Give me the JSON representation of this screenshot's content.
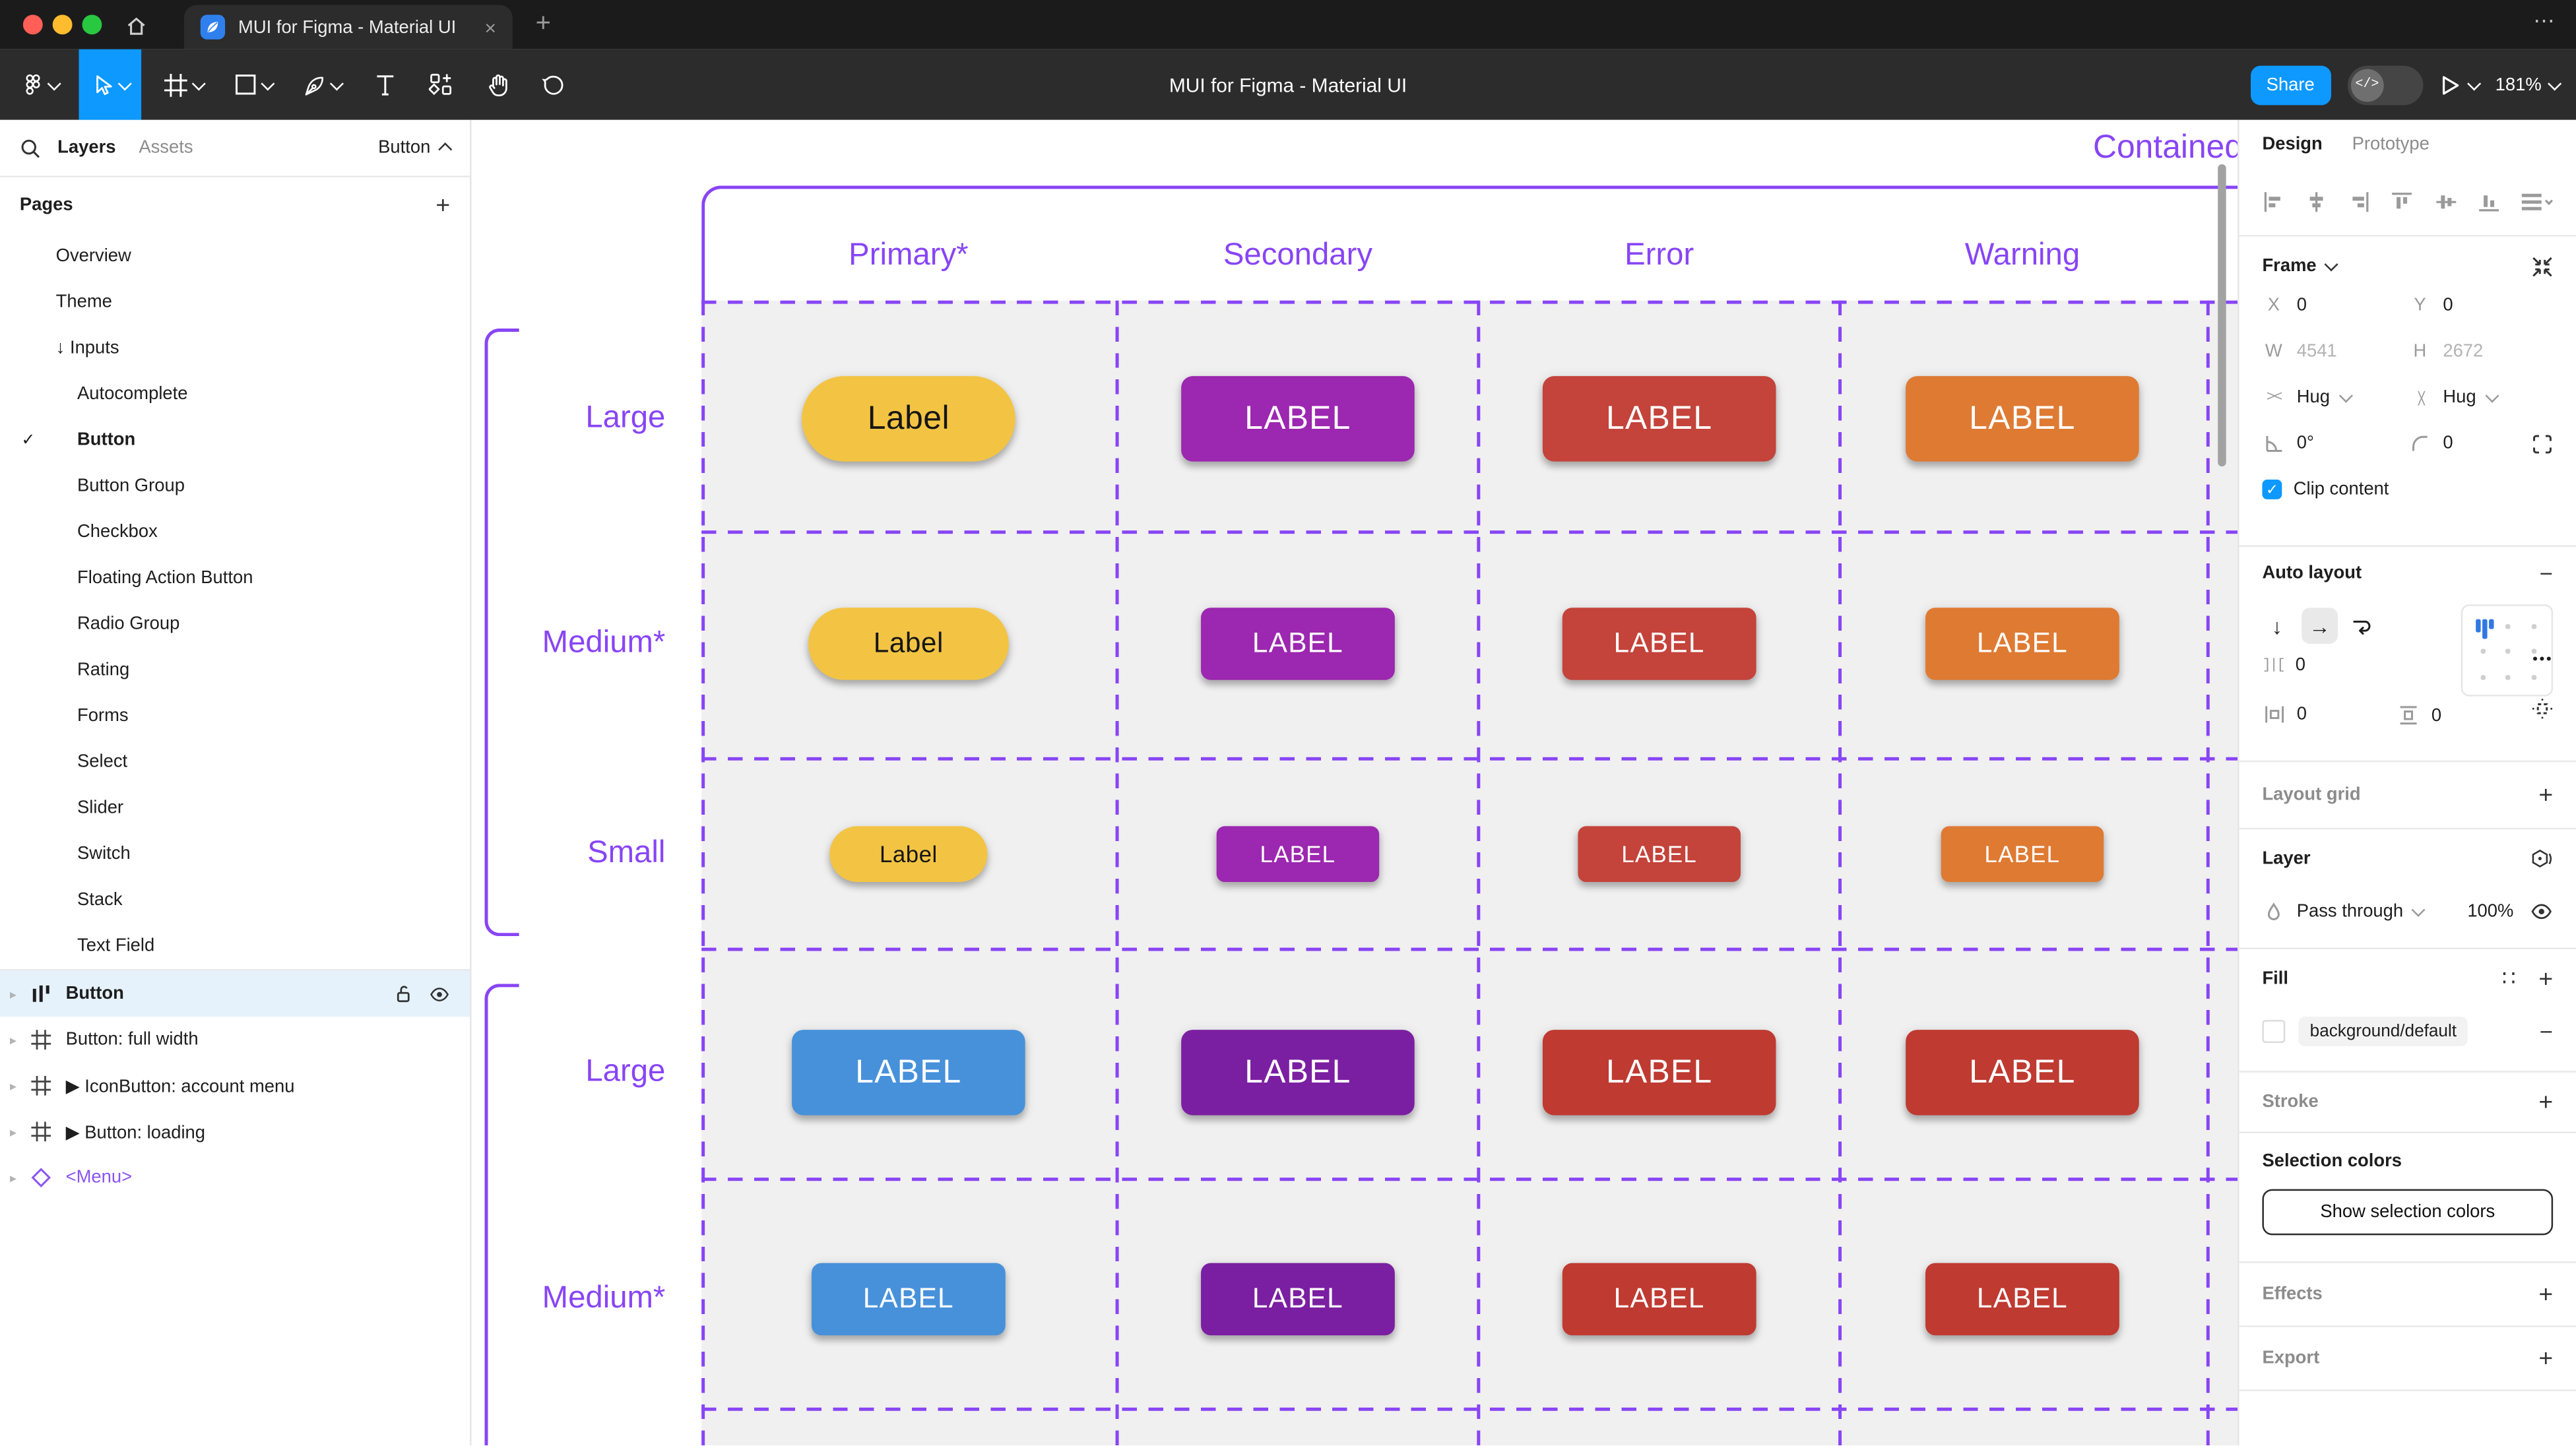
{
  "window": {
    "tab_title": "MUI for Figma - Material UI",
    "close_glyph": "×",
    "new_tab_glyph": "+",
    "overflow_glyph": "⋯"
  },
  "toolbar": {
    "doc_title": "MUI for Figma - Material UI",
    "share_label": "Share",
    "dev_toggle_glyph": "</>",
    "zoom_level": "181%"
  },
  "left_panel": {
    "tabs": {
      "layers": "Layers",
      "assets": "Assets"
    },
    "page_selector": "Button",
    "pages_header": "Pages",
    "pages": [
      {
        "label": "Overview",
        "indent": 0
      },
      {
        "label": "Theme",
        "indent": 0
      },
      {
        "label": "Inputs",
        "indent": 0,
        "prefix": "↓"
      },
      {
        "label": "Autocomplete",
        "indent": 1
      },
      {
        "label": "Button",
        "indent": 1,
        "checked": true,
        "active": true
      },
      {
        "label": "Button Group",
        "indent": 1
      },
      {
        "label": "Checkbox",
        "indent": 1
      },
      {
        "label": "Floating Action Button",
        "indent": 1
      },
      {
        "label": "Radio Group",
        "indent": 1
      },
      {
        "label": "Rating",
        "indent": 1
      },
      {
        "label": "Forms",
        "indent": 1
      },
      {
        "label": "Select",
        "indent": 1
      },
      {
        "label": "Slider",
        "indent": 1
      },
      {
        "label": "Switch",
        "indent": 1
      },
      {
        "label": "Stack",
        "indent": 1
      },
      {
        "label": "Text Field",
        "indent": 1
      }
    ],
    "layers": [
      {
        "label": "Button",
        "icon": "auto-layout",
        "selected": true
      },
      {
        "label": "Button: full width",
        "icon": "frame"
      },
      {
        "label": "▶ IconButton: account menu",
        "icon": "frame"
      },
      {
        "label": "▶ Button: loading",
        "icon": "frame"
      },
      {
        "label": "<Menu>",
        "icon": "instance",
        "purple": true
      }
    ]
  },
  "canvas": {
    "frame_title": "Contained",
    "accent_color": "#8845f5",
    "columns": [
      "Primary*",
      "Secondary",
      "Error",
      "Warning"
    ],
    "rows": [
      {
        "label": "Large",
        "size": "large",
        "buttons": [
          {
            "text": "Label",
            "bg": "#F3C443",
            "fg": "#161616",
            "pill": true
          },
          {
            "text": "LABEL",
            "bg": "#9C27B0",
            "fg": "#FFFFFF"
          },
          {
            "text": "LABEL",
            "bg": "#C4433A",
            "fg": "#FFFFFF"
          },
          {
            "text": "LABEL",
            "bg": "#DF7A33",
            "fg": "#FFFFFF"
          }
        ]
      },
      {
        "label": "Medium*",
        "size": "medium",
        "buttons": [
          {
            "text": "Label",
            "bg": "#F3C443",
            "fg": "#161616",
            "pill": true
          },
          {
            "text": "LABEL",
            "bg": "#9C27B0",
            "fg": "#FFFFFF"
          },
          {
            "text": "LABEL",
            "bg": "#C4433A",
            "fg": "#FFFFFF"
          },
          {
            "text": "LABEL",
            "bg": "#DF7A33",
            "fg": "#FFFFFF"
          }
        ]
      },
      {
        "label": "Small",
        "size": "small",
        "buttons": [
          {
            "text": "Label",
            "bg": "#F3C443",
            "fg": "#161616",
            "pill": true
          },
          {
            "text": "LABEL",
            "bg": "#9C27B0",
            "fg": "#FFFFFF"
          },
          {
            "text": "LABEL",
            "bg": "#C4433A",
            "fg": "#FFFFFF"
          },
          {
            "text": "LABEL",
            "bg": "#DF7A33",
            "fg": "#FFFFFF"
          }
        ]
      },
      {
        "label": "Large",
        "size": "large",
        "buttons": [
          {
            "text": "LABEL",
            "bg": "#4791DB",
            "fg": "#FFFFFF"
          },
          {
            "text": "LABEL",
            "bg": "#7B1FA2",
            "fg": "#FFFFFF"
          },
          {
            "text": "LABEL",
            "bg": "#BF3A31",
            "fg": "#FFFFFF"
          },
          {
            "text": "LABEL",
            "bg": "#BF3A31",
            "fg": "#FFFFFF"
          }
        ]
      },
      {
        "label": "Medium*",
        "size": "medium",
        "buttons": [
          {
            "text": "LABEL",
            "bg": "#4791DB",
            "fg": "#FFFFFF"
          },
          {
            "text": "LABEL",
            "bg": "#7B1FA2",
            "fg": "#FFFFFF"
          },
          {
            "text": "LABEL",
            "bg": "#BF3A31",
            "fg": "#FFFFFF"
          },
          {
            "text": "LABEL",
            "bg": "#BF3A31",
            "fg": "#FFFFFF"
          }
        ]
      }
    ]
  },
  "right_panel": {
    "tabs": {
      "design": "Design",
      "prototype": "Prototype"
    },
    "frame": {
      "title": "Frame",
      "x_label": "X",
      "x": "0",
      "y_label": "Y",
      "y": "0",
      "w_label": "W",
      "w": "4541",
      "h_label": "H",
      "h": "2672",
      "h_sizing": "Hug",
      "v_sizing": "Hug",
      "rotation": "0°",
      "corner_radius": "0",
      "clip_label": "Clip content"
    },
    "auto_layout": {
      "title": "Auto layout",
      "gap": "0",
      "padding_h": "0",
      "padding_v": "0",
      "more_glyph": "•••"
    },
    "layout_grid": {
      "title": "Layout grid"
    },
    "layer": {
      "title": "Layer",
      "blend_mode": "Pass through",
      "opacity": "100%"
    },
    "fill": {
      "title": "Fill",
      "token": "background/default",
      "styles_glyph": "∷"
    },
    "stroke": {
      "title": "Stroke"
    },
    "selection_colors": {
      "title": "Selection colors",
      "button_label": "Show selection colors"
    },
    "effects": {
      "title": "Effects"
    },
    "export": {
      "title": "Export"
    }
  }
}
